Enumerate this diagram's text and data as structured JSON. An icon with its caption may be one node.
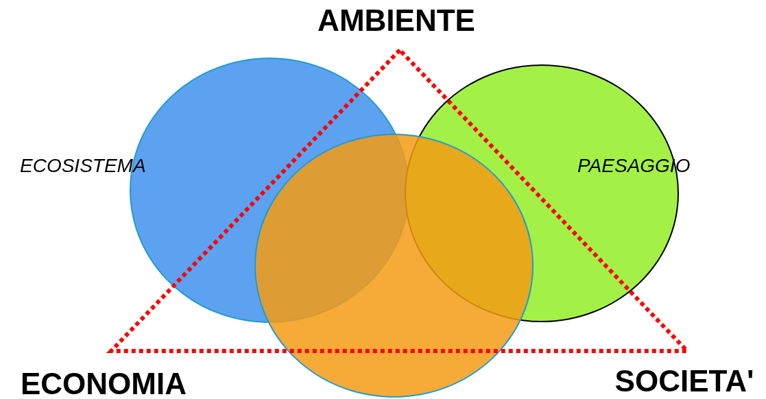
{
  "diagram": {
    "nodes": [
      {
        "text": [
          "ECOSISTEMA"
        ]
      },
      {
        "text": [
          "PAESAGGIO"
        ]
      },
      {
        "text": [],
        "shape": "circle"
      }
    ],
    "labels": [
      "AMBIENTE",
      "ECONOMIA",
      "SOCIETA'"
    ]
  }
}
